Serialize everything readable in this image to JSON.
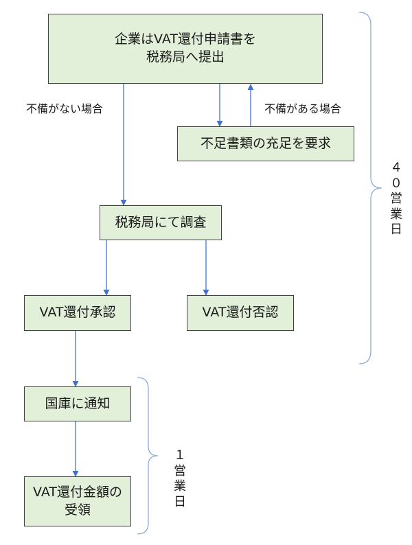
{
  "nodes": {
    "submit": "企業はVAT還付申請書を\n税務局へ提出",
    "request_docs": "不足書類の充足を要求",
    "investigation": "税務局にて調査",
    "approved": "VAT還付承認",
    "denied": "VAT還付否認",
    "notify_treasury": "国庫に通知",
    "receive_refund": "VAT還付金額の\n受領"
  },
  "edge_labels": {
    "no_deficiency": "不備がない場合",
    "has_deficiency": "不備がある場合"
  },
  "durations": {
    "forty_days": "４\n０\n営\n業\n日",
    "one_day": "１\n営\n業\n日"
  },
  "colors": {
    "box_fill": "#e2efd9",
    "box_border": "#404040",
    "arrow": "#4472c4",
    "brace": "#8ea9db"
  }
}
